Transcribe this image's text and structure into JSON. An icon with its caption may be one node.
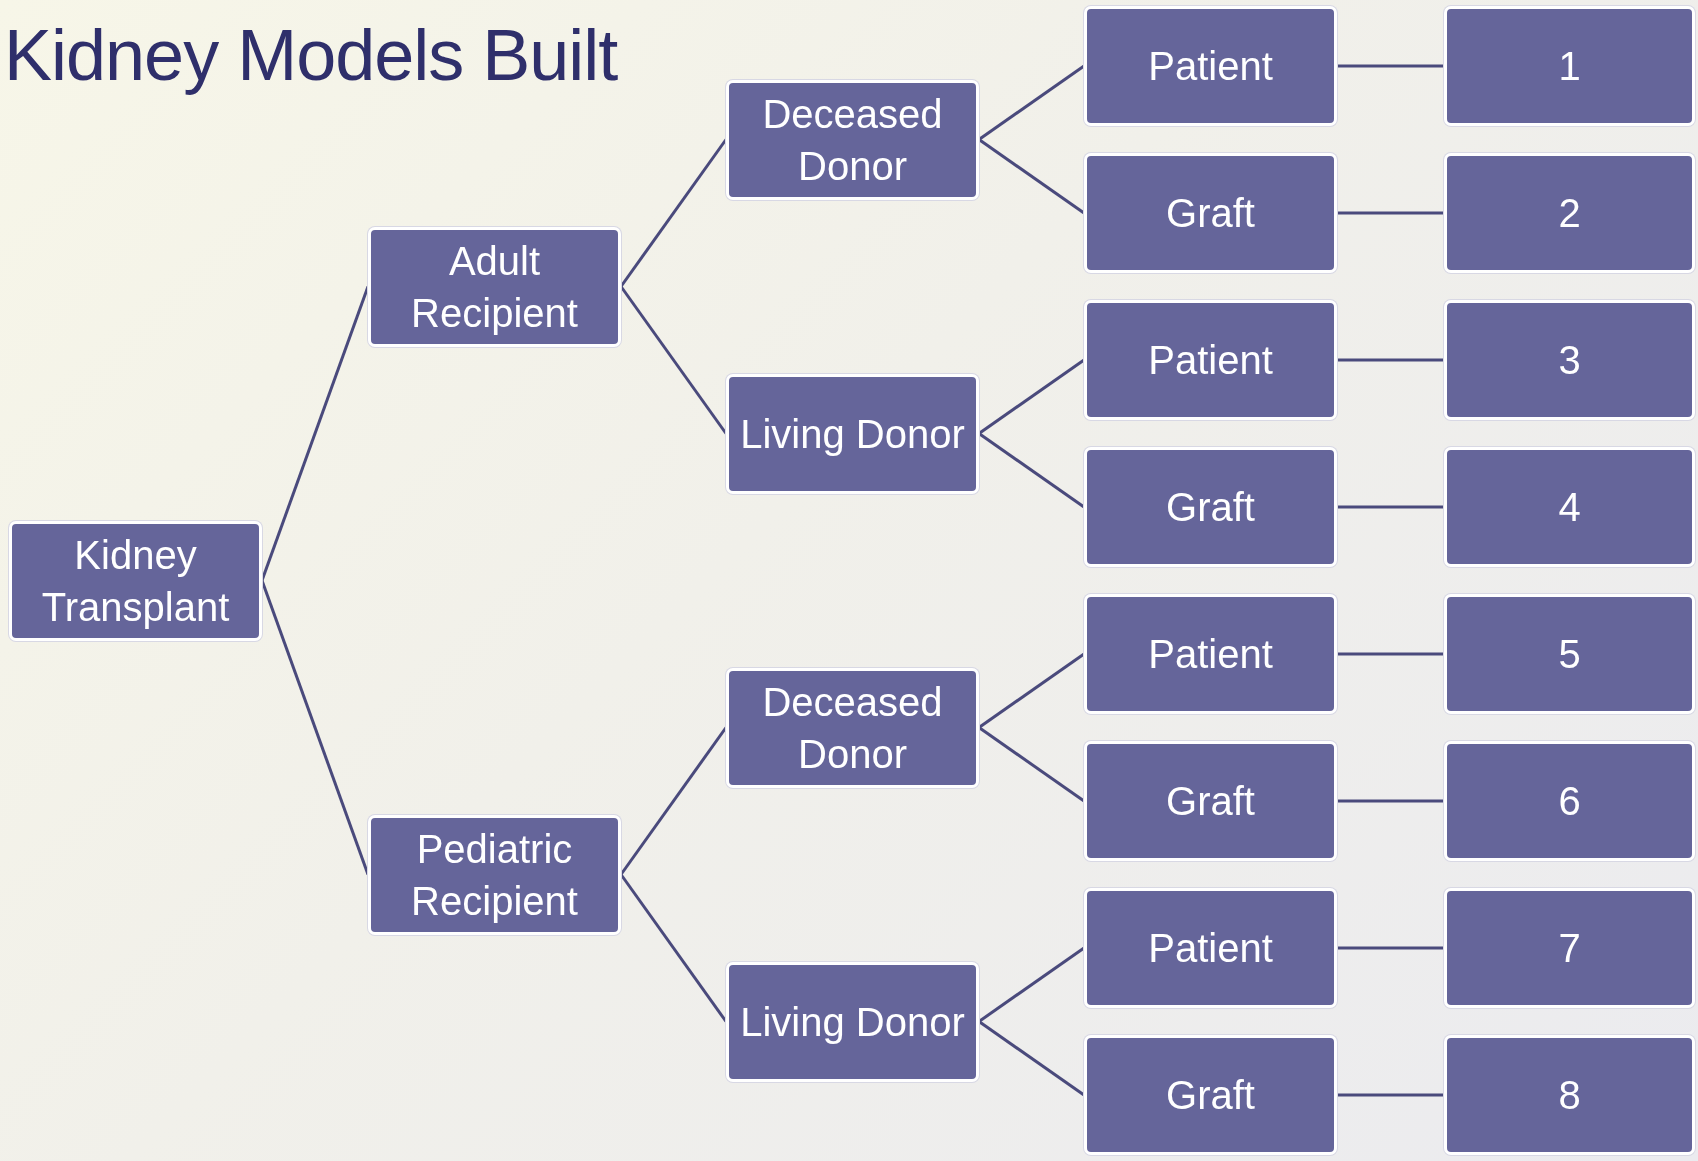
{
  "diagram": {
    "title": "Kidney Models Built",
    "nodes": [
      {
        "text": [
          "Kidney Transplant"
        ]
      },
      {
        "text": [
          "Adult Recipient"
        ]
      },
      {
        "text": [
          "Deceased Donor"
        ]
      },
      {
        "text": [
          "Patient"
        ]
      },
      {
        "text": [
          "1"
        ]
      },
      {
        "text": [
          "Graft"
        ]
      },
      {
        "text": [
          "2"
        ]
      },
      {
        "text": [
          "Living Donor"
        ]
      },
      {
        "text": [
          "Patient"
        ]
      },
      {
        "text": [
          "3"
        ]
      },
      {
        "text": [
          "Graft"
        ]
      },
      {
        "text": [
          "4"
        ]
      },
      {
        "text": [
          "Pediatric Recipient"
        ]
      },
      {
        "text": [
          "Deceased Donor"
        ]
      },
      {
        "text": [
          "Patient"
        ]
      },
      {
        "text": [
          "5"
        ]
      },
      {
        "text": [
          "Graft"
        ]
      },
      {
        "text": [
          "6"
        ]
      },
      {
        "text": [
          "Living Donor"
        ]
      },
      {
        "text": [
          "Patient"
        ]
      },
      {
        "text": [
          "7"
        ]
      },
      {
        "text": [
          "Graft"
        ]
      },
      {
        "text": [
          "8"
        ]
      }
    ],
    "edges": [
      {
        "from": 0,
        "to": 1,
        "arrow": "none"
      },
      {
        "from": 1,
        "to": 2,
        "arrow": "none"
      },
      {
        "from": 2,
        "to": 3,
        "arrow": "none"
      },
      {
        "from": 3,
        "to": 4,
        "arrow": "none"
      },
      {
        "from": 2,
        "to": 5,
        "arrow": "none"
      },
      {
        "from": 5,
        "to": 6,
        "arrow": "none"
      },
      {
        "from": 1,
        "to": 7,
        "arrow": "none"
      },
      {
        "from": 7,
        "to": 8,
        "arrow": "none"
      },
      {
        "from": 8,
        "to": 9,
        "arrow": "none"
      },
      {
        "from": 7,
        "to": 10,
        "arrow": "none"
      },
      {
        "from": 10,
        "to": 11,
        "arrow": "none"
      },
      {
        "from": 0,
        "to": 12,
        "arrow": "none"
      },
      {
        "from": 12,
        "to": 13,
        "arrow": "none"
      },
      {
        "from": 13,
        "to": 14,
        "arrow": "none"
      },
      {
        "from": 14,
        "to": 15,
        "arrow": "none"
      },
      {
        "from": 13,
        "to": 16,
        "arrow": "none"
      },
      {
        "from": 16,
        "to": 17,
        "arrow": "none"
      },
      {
        "from": 12,
        "to": 18,
        "arrow": "none"
      },
      {
        "from": 18,
        "to": 19,
        "arrow": "none"
      },
      {
        "from": 19,
        "to": 20,
        "arrow": "none"
      },
      {
        "from": 18,
        "to": 21,
        "arrow": "none"
      },
      {
        "from": 21,
        "to": 22,
        "arrow": "none"
      }
    ]
  }
}
